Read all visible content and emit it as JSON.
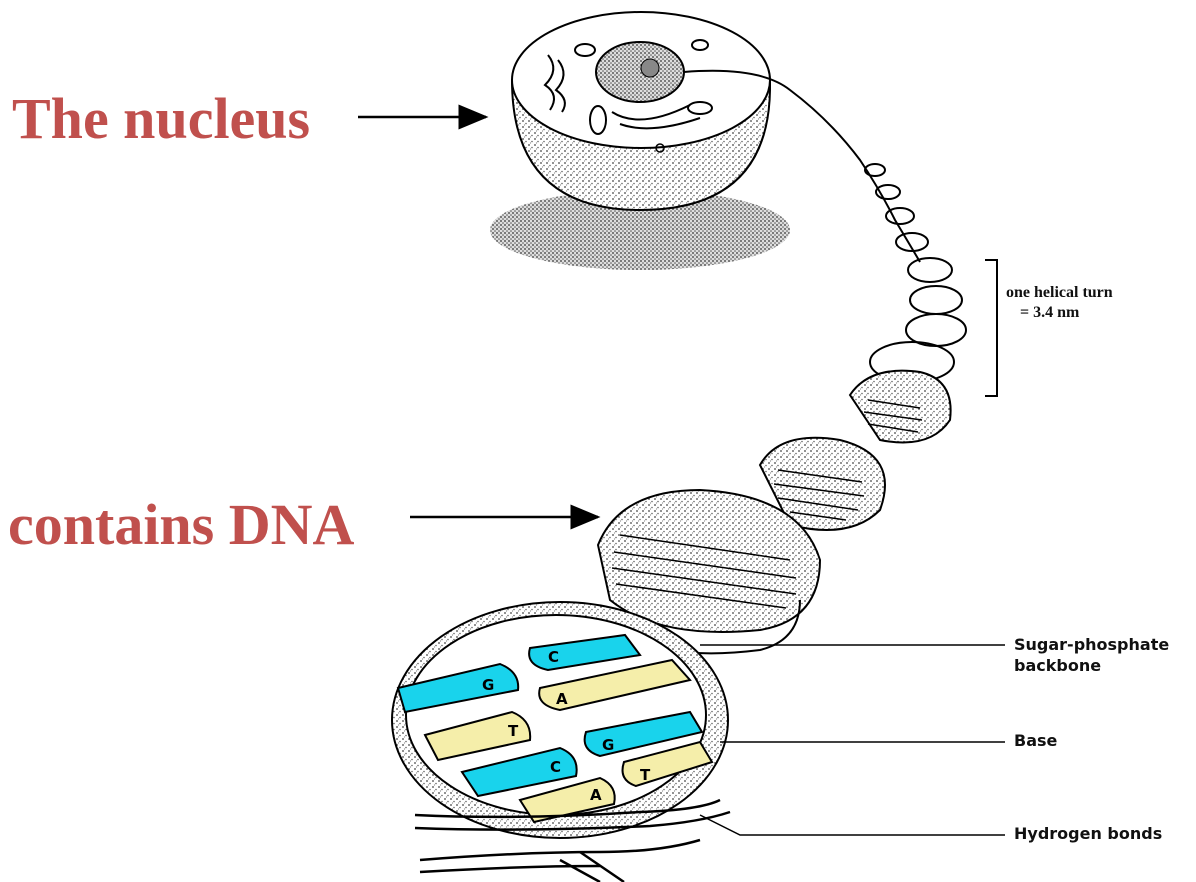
{
  "labels": {
    "nucleus": "The nucleus",
    "contains_dna": "contains DNA"
  },
  "helix_note": {
    "line1": "one helical turn",
    "line2": "= 3.4 nm"
  },
  "parts": {
    "backbone_line1": "Sugar-phosphate",
    "backbone_line2": "backbone",
    "base": "Base",
    "hydrogen_bonds": "Hydrogen bonds"
  },
  "base_letters": [
    "G",
    "C",
    "A",
    "T",
    "G",
    "C",
    "T",
    "A"
  ],
  "colors": {
    "title_red": "#c0504d",
    "base_cyan": "#19d3ec",
    "base_yellow": "#f5eeaa",
    "ink": "#111111"
  }
}
